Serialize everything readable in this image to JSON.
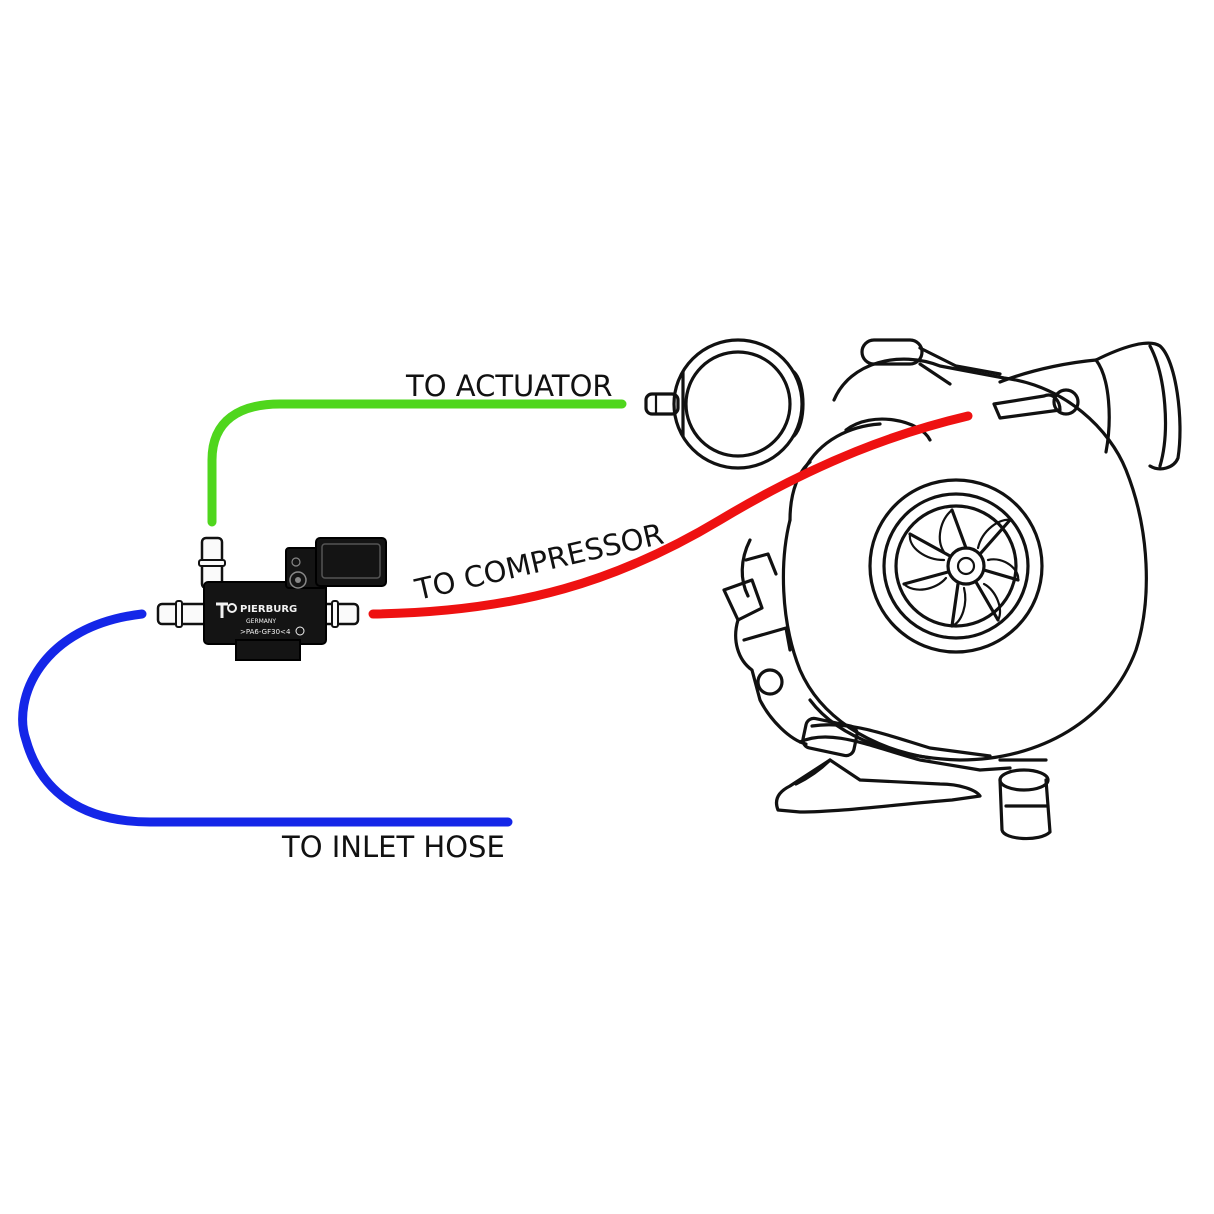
{
  "labels": {
    "actuator": "TO ACTUATOR",
    "compressor": "TO COMPRESSOR",
    "inlet": "TO INLET HOSE"
  },
  "valve": {
    "brand": "PIERBURG",
    "country": "GERMANY",
    "part": ">PA6-GF30<",
    "mark": "4"
  },
  "colors": {
    "actuator_hose": "#4fd61d",
    "compressor_hose": "#ee1111",
    "inlet_hose": "#1426e8",
    "valve_body": "#141414",
    "line_art": "#111111"
  },
  "icons": {
    "valve": "boost-control-solenoid-icon",
    "turbo": "turbocharger-icon"
  }
}
